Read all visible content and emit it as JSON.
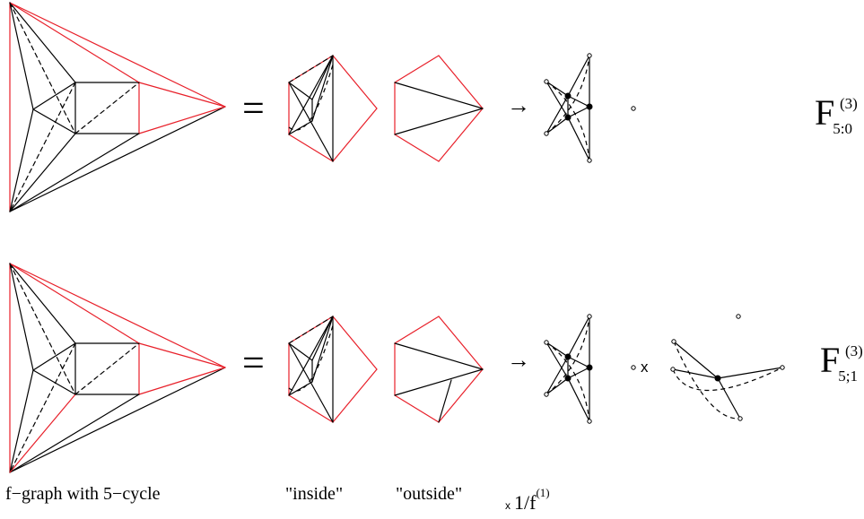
{
  "labels": {
    "eq": "=",
    "arrow": "→",
    "times": "x",
    "caption_graph": "f−graph with 5−cycle",
    "caption_inside": "\"inside\"",
    "caption_outside": "\"outside\"",
    "factor_times": "x",
    "factor_base": "1/f",
    "factor_sup": "(1)"
  },
  "rows": [
    {
      "F_base": "F",
      "F_sub": "5:0",
      "F_sup": "(3)"
    },
    {
      "F_base": "F",
      "F_sub": "5;1",
      "F_sup": "(3)"
    }
  ],
  "colors": {
    "ink": "#000000",
    "red": "#e8202a"
  }
}
